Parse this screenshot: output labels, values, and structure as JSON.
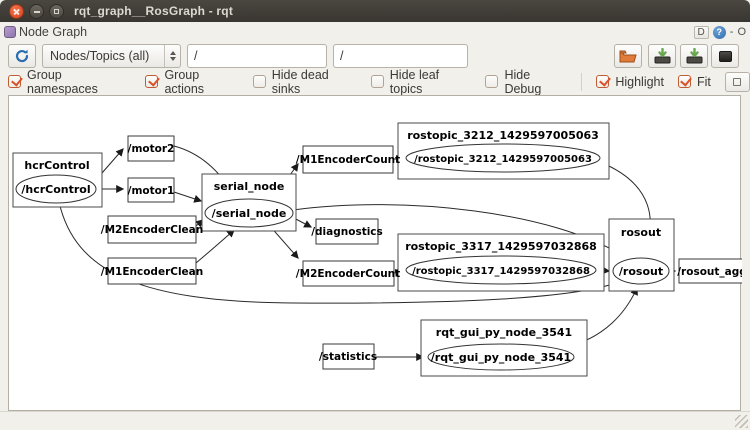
{
  "window": {
    "title": "rqt_graph__RosGraph - rqt"
  },
  "panel": {
    "title": "Node Graph",
    "dock_label": "D",
    "help_label": "?",
    "collapse_label": "-",
    "float_label": "O"
  },
  "toolbar": {
    "refresh_tooltip": "refresh-graph",
    "filter_combo_value": "Nodes/Topics (all)",
    "filter1_value": "/",
    "filter2_value": "/"
  },
  "options": {
    "items": [
      {
        "label": "Group namespaces",
        "checked": true
      },
      {
        "label": "Group actions",
        "checked": true
      },
      {
        "label": "Hide dead sinks",
        "checked": false
      },
      {
        "label": "Hide leaf topics",
        "checked": false
      },
      {
        "label": "Hide Debug",
        "checked": false
      },
      {
        "label": "Highlight",
        "checked": true
      },
      {
        "label": "Fit",
        "checked": true
      }
    ]
  },
  "colors": {
    "accent_orange": "#dd4814",
    "titlebar": "#3f3c37",
    "help_blue": "#2f6bab",
    "canvas": "#ffffff",
    "graph_stroke": "#2a2a2a"
  },
  "graph": {
    "clusters": [
      {
        "label": "hcrControl",
        "node": "/hcrControl"
      },
      {
        "label": "serial_node",
        "node": "/serial_node"
      },
      {
        "label": "rostopic_3212_1429597005063",
        "node": "/rostopic_3212_1429597005063"
      },
      {
        "label": "rostopic_3317_1429597032868",
        "node": "/rostopic_3317_1429597032868"
      },
      {
        "label": "rosout",
        "node": "/rosout"
      },
      {
        "label": "rqt_gui_py_node_3541",
        "node": "/rqt_gui_py_node_3541"
      }
    ],
    "topics": [
      "/motor2",
      "/motor1",
      "/M2EncoderClean",
      "/M1EncoderClean",
      "/M1EncoderCount",
      "/diagnostics",
      "/M2EncoderCount",
      "/rosout_agg",
      "/statistics"
    ],
    "edges": [
      [
        "/hcrControl",
        "/motor2"
      ],
      [
        "/hcrControl",
        "/motor1"
      ],
      [
        "/motor2",
        "/serial_node"
      ],
      [
        "/motor1",
        "/serial_node"
      ],
      [
        "/M2EncoderClean",
        "/serial_node"
      ],
      [
        "/M1EncoderClean",
        "/serial_node"
      ],
      [
        "/serial_node",
        "/M1EncoderCount"
      ],
      [
        "/serial_node",
        "/diagnostics"
      ],
      [
        "/serial_node",
        "/M2EncoderCount"
      ],
      [
        "/M1EncoderCount",
        "/rostopic_3212_1429597005063"
      ],
      [
        "/M2EncoderCount",
        "/rostopic_3317_1429597032868"
      ],
      [
        "/rostopic_3212_1429597005063",
        "/rosout"
      ],
      [
        "/rostopic_3317_1429597032868",
        "/rosout"
      ],
      [
        "/serial_node",
        "/rosout"
      ],
      [
        "/hcrControl",
        "/rosout"
      ],
      [
        "/rosout",
        "/rosout_agg"
      ],
      [
        "/statistics",
        "/rqt_gui_py_node_3541"
      ],
      [
        "/rqt_gui_py_node_3541",
        "/rosout"
      ],
      [
        "/rosout",
        "/rosout"
      ]
    ]
  }
}
